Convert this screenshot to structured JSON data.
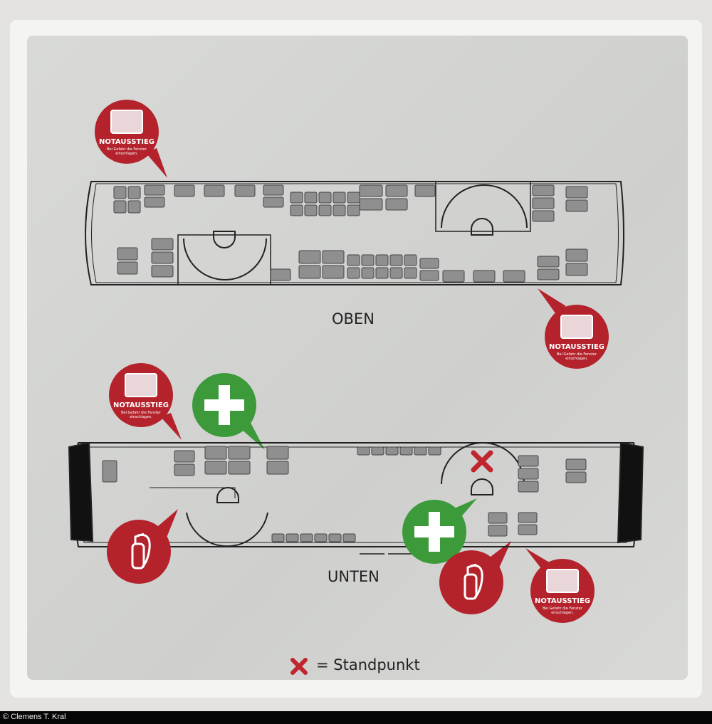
{
  "decks": {
    "upper_label": "OBEN",
    "lower_label": "UNTEN"
  },
  "signs": {
    "emergency_exit_title": "NOTAUSSTIEG",
    "emergency_exit_subtitle": "Bei Gefahr die Fenster einschlagen."
  },
  "legend": {
    "symbol": "✕",
    "text": "= Standpunkt"
  },
  "credit": "© Clemens T. Kral",
  "colors": {
    "exit_red": "#b4232c",
    "first_aid_green": "#3c9a3b",
    "seat_gray": "#8e8f8e"
  }
}
